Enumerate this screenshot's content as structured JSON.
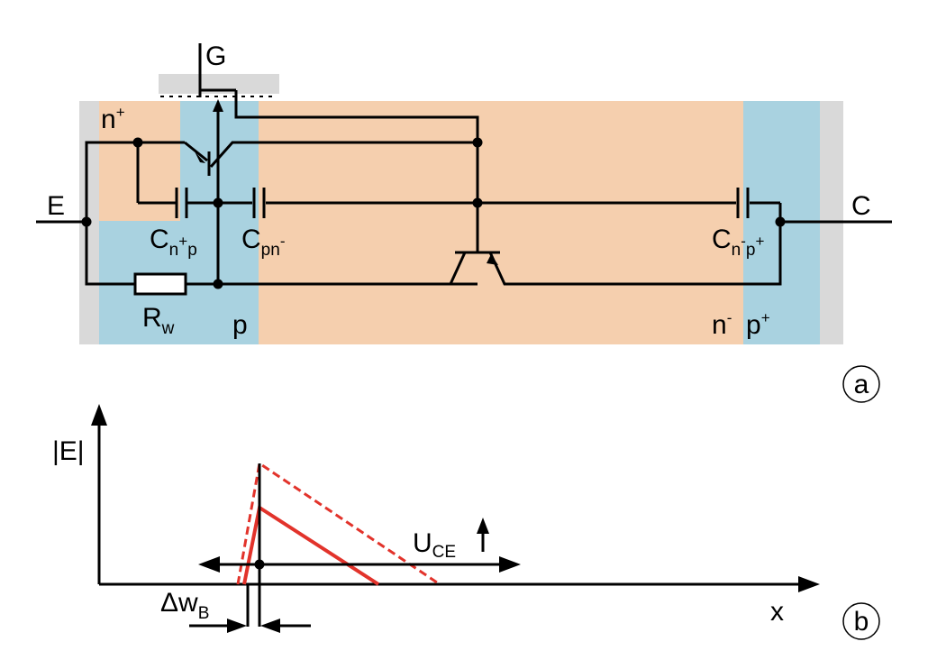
{
  "panel_a": {
    "terminal_g": "G",
    "terminal_e": "E",
    "terminal_c": "C",
    "region_nplus": {
      "base": "n",
      "sup": "+"
    },
    "region_p": "p",
    "region_nminus": {
      "base": "n",
      "sup": "-"
    },
    "region_pplus": {
      "base": "p",
      "sup": "+"
    },
    "cap_n_plus_p": {
      "base": "C",
      "sub_1": "n",
      "sub_sup": "+",
      "sub_2": "p"
    },
    "cap_pn_minus": {
      "base": "C",
      "sub_1": "pn",
      "sub_sup": "-"
    },
    "cap_n_minus_p_plus": {
      "base": "C",
      "sub_1": "n",
      "sub_sup_1": "-",
      "sub_2": "p",
      "sub_sup_2": "+"
    },
    "resistor_rw": {
      "base": "R",
      "sub": "w"
    },
    "panel_marker": "a"
  },
  "panel_b": {
    "y_label": "|E|",
    "x_label": "x",
    "u_ce": {
      "base": "U",
      "sub": "CE"
    },
    "delta_wb": {
      "base": "Δw",
      "sub": "B"
    },
    "panel_marker": "b"
  },
  "colors": {
    "n_region": "#f5cfae",
    "p_region": "#a9d2e0",
    "contact": "#d9d9d9",
    "field_line": "#e2332b",
    "wire": "#000000"
  }
}
